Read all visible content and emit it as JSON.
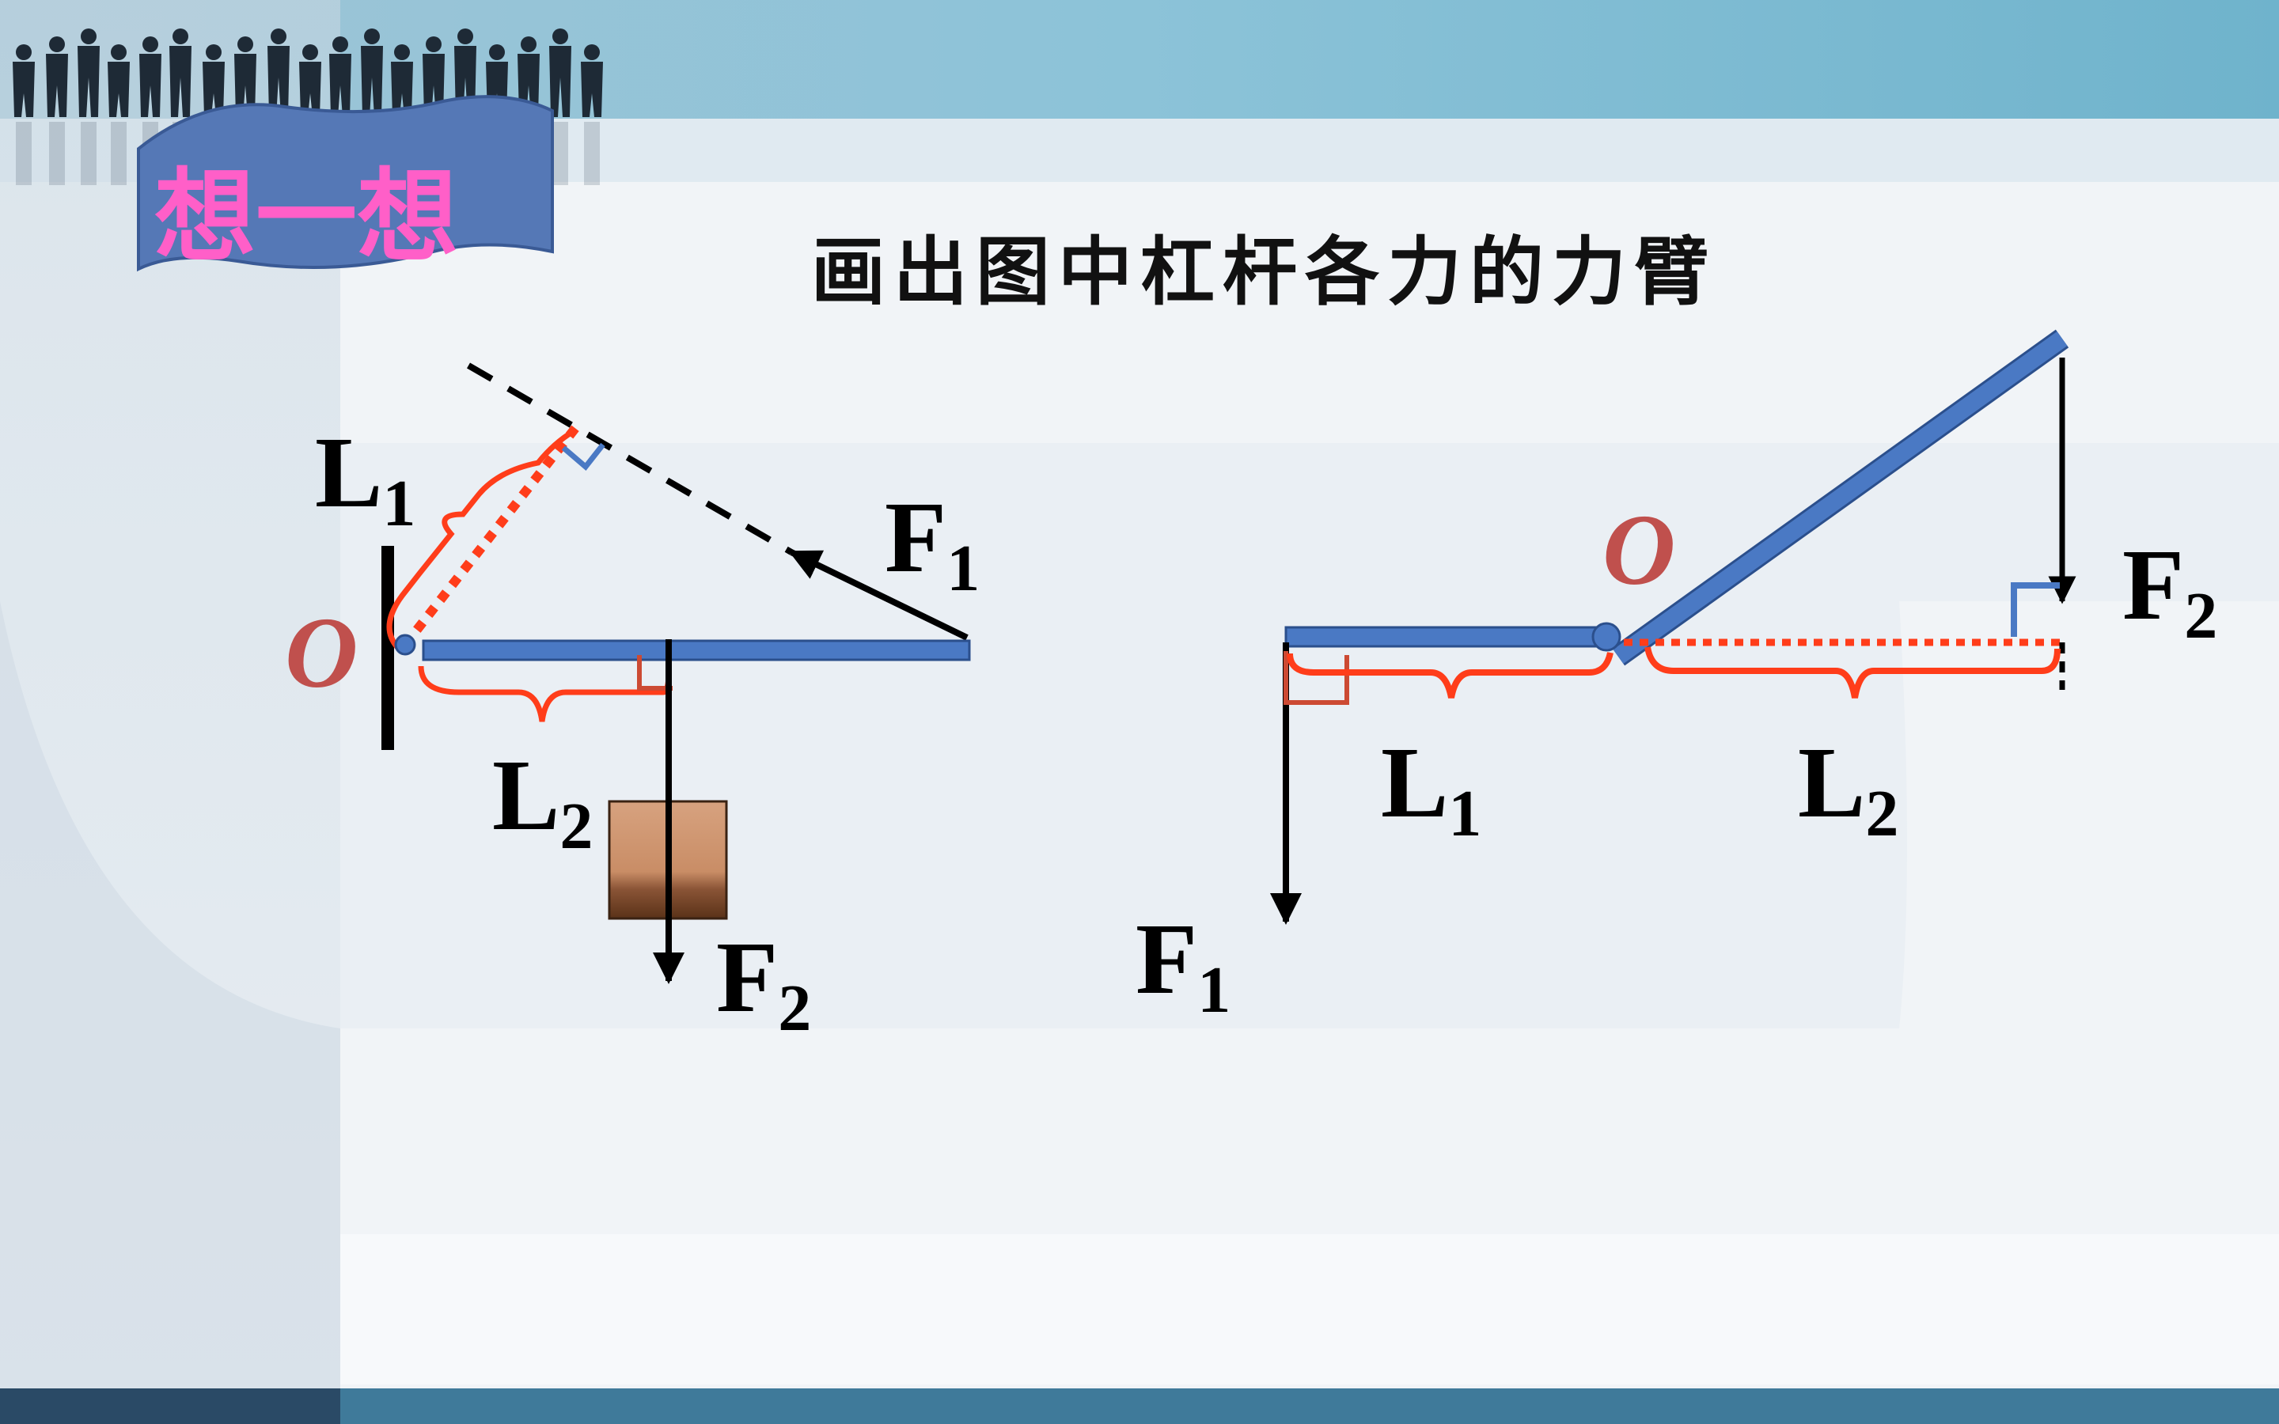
{
  "badge": {
    "text": "想一想",
    "text_color": "#ff5fc8",
    "ribbon_color": "#4f74b4"
  },
  "title": {
    "text": "画出图中杠杆各力的力臂"
  },
  "colors": {
    "lever": "#4a79c4",
    "lever_border": "#2b4f8c",
    "arm": "#ff3d1a",
    "pivot_label": "#c0504d",
    "right_angle": "#4a79c4",
    "arrow": "#000000"
  },
  "left_diagram": {
    "pivot": "O",
    "force1": {
      "main": "F",
      "sub": "1"
    },
    "force2": {
      "main": "F",
      "sub": "2"
    },
    "arm1": {
      "main": "L",
      "sub": "1"
    },
    "arm2": {
      "main": "L",
      "sub": "2"
    }
  },
  "right_diagram": {
    "pivot": "O",
    "force1": {
      "main": "F",
      "sub": "1"
    },
    "force2": {
      "main": "F",
      "sub": "2"
    },
    "arm1": {
      "main": "L",
      "sub": "1"
    },
    "arm2": {
      "main": "L",
      "sub": "2"
    }
  }
}
